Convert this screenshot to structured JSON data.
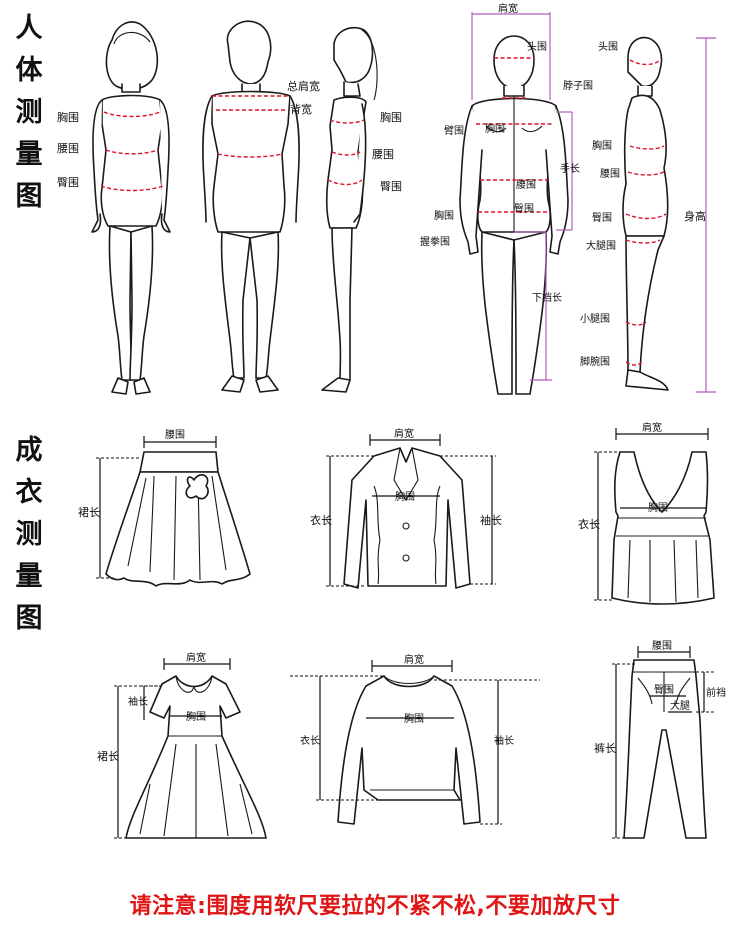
{
  "section_body": {
    "title": "人体测量图"
  },
  "section_garment": {
    "title": "成衣测量图"
  },
  "body_front_labels": {
    "chest": "胸围",
    "waist": "腰围",
    "hip": "臀围"
  },
  "body_back_labels": {
    "total_shoulder": "总肩宽",
    "back_width": "背宽"
  },
  "body_side_labels": {
    "chest": "胸围",
    "waist": "腰围",
    "hip": "臀围"
  },
  "anatomy_front_labels": {
    "shoulder_width": "肩宽",
    "head": "头围",
    "neck": "脖子围",
    "arm": "臂围",
    "chest": "胸围",
    "sleeve": "手长",
    "waist": "腰围",
    "hip": "臀围",
    "wrist": "胸围",
    "fist": "握拳围",
    "inseam": "下裆长"
  },
  "anatomy_side_labels": {
    "head": "头围",
    "chest": "胸围",
    "waist": "腰围",
    "hip": "臀围",
    "thigh": "大腿围",
    "calf": "小腿围",
    "ankle": "脚腕围",
    "height": "身高"
  },
  "skirt": {
    "waist": "腰围",
    "length": "裙长"
  },
  "jacket": {
    "shoulder": "肩宽",
    "chest": "胸围",
    "length": "衣长",
    "sleeve": "袖长"
  },
  "tank": {
    "shoulder": "肩宽",
    "chest": "胸围",
    "length": "衣长"
  },
  "dress": {
    "shoulder": "肩宽",
    "sleeve": "袖长",
    "chest": "胸围",
    "length": "裙长"
  },
  "sweater": {
    "shoulder": "肩宽",
    "chest": "胸围",
    "length": "衣长",
    "sleeve": "袖长"
  },
  "pants": {
    "waist": "腰围",
    "hip": "臀围",
    "thigh": "大腿",
    "rise": "前裆",
    "length": "裤长"
  },
  "notice": "请注意:围度用软尺要拉的不紧不松,不要加放尺寸",
  "colors": {
    "notice": "#e01515",
    "measure_line": "#e0102a",
    "height_line": "#b35bbd"
  }
}
